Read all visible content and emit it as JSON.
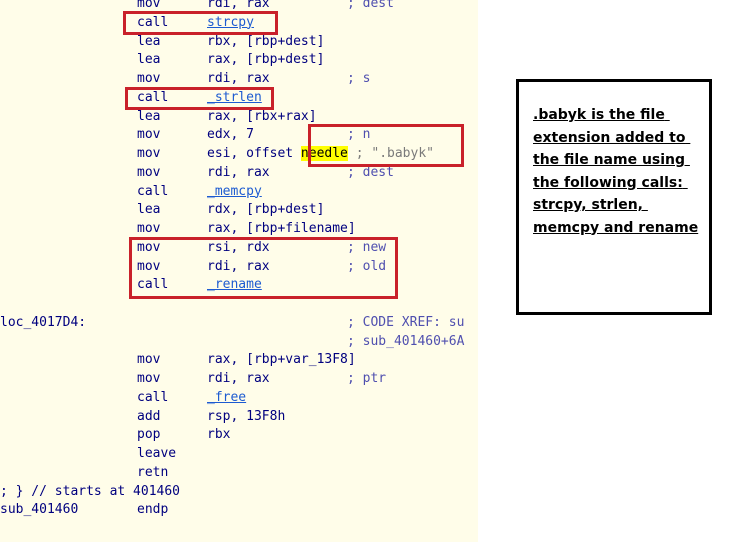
{
  "disassembly": {
    "lines": [
      {
        "mnemonic": "mov",
        "operand": "rdi, rax",
        "comment": "; dest"
      },
      {
        "mnemonic": "call",
        "operand": "strcpy",
        "comment": ""
      },
      {
        "mnemonic": "lea",
        "operand": "rbx, [rbp+dest]",
        "comment": ""
      },
      {
        "mnemonic": "lea",
        "operand": "rax, [rbp+dest]",
        "comment": ""
      },
      {
        "mnemonic": "mov",
        "operand": "rdi, rax",
        "comment": "; s"
      },
      {
        "mnemonic": "call",
        "operand": "_strlen",
        "comment": ""
      },
      {
        "mnemonic": "lea",
        "operand": "rax, [rbx+rax]",
        "comment": ""
      },
      {
        "mnemonic": "mov",
        "operand": "edx, 7",
        "comment": "; n"
      },
      {
        "mnemonic": "mov",
        "operand_prefix": "esi, offset ",
        "operand_highlight": "needle",
        "operand_suffix": " ; \".babyk\""
      },
      {
        "mnemonic": "mov",
        "operand": "rdi, rax",
        "comment": "; dest"
      },
      {
        "mnemonic": "call",
        "operand": "_memcpy",
        "comment": ""
      },
      {
        "mnemonic": "lea",
        "operand": "rdx, [rbp+dest]",
        "comment": ""
      },
      {
        "mnemonic": "mov",
        "operand": "rax, [rbp+filename]",
        "comment": ""
      },
      {
        "mnemonic": "mov",
        "operand": "rsi, rdx",
        "comment": "; new"
      },
      {
        "mnemonic": "mov",
        "operand": "rdi, rax",
        "comment": "; old"
      },
      {
        "mnemonic": "call",
        "operand": "_rename",
        "comment": ""
      },
      {
        "mnemonic": "",
        "operand": "",
        "comment": ""
      },
      {
        "label": "loc_4017D4:",
        "comment": "; CODE XREF: su"
      },
      {
        "mnemonic": "",
        "operand": "",
        "comment": "; sub_401460+6A"
      },
      {
        "mnemonic": "mov",
        "operand": "rax, [rbp+var_13F8]",
        "comment": ""
      },
      {
        "mnemonic": "mov",
        "operand": "rdi, rax",
        "comment": "; ptr"
      },
      {
        "mnemonic": "call",
        "operand": "_free",
        "comment": ""
      },
      {
        "mnemonic": "add",
        "operand": "rsp, 13F8h",
        "comment": ""
      },
      {
        "mnemonic": "pop",
        "operand": "rbx",
        "comment": ""
      },
      {
        "mnemonic": "leave",
        "operand": "",
        "comment": ""
      },
      {
        "mnemonic": "retn",
        "operand": "",
        "comment": ""
      },
      {
        "label": "; } // starts at 401460"
      },
      {
        "label": "sub_401460",
        "mnemonic": "endp"
      }
    ]
  },
  "note": {
    "text": ".babyk is the file extension added to the file name using the following calls: strcpy, strlen, memcpy and rename"
  },
  "colors": {
    "highlight_box": "#c9212a",
    "code_background": "#fffde9",
    "code_text": "#00007f",
    "search_highlight": "#ffff00"
  }
}
